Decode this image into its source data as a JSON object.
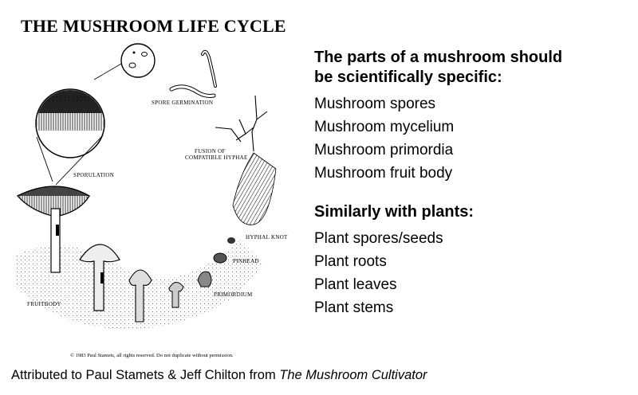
{
  "illustration": {
    "title": "THE MUSHROOM LIFE CYCLE",
    "labels": {
      "spore_germination": "SPORE GERMINATION",
      "fusion_line1": "FUSION OF",
      "fusion_line2": "COMPATIBLE HYPHAE",
      "sporulation": "SPORULATION",
      "hyphal_knot": "HYPHAL KNOT",
      "pinhead": "PINHEAD",
      "primordium": "PRIMORDIUM",
      "fruitbody": "FRUITBODY"
    },
    "copyright": "© 1983 Paul Stamets, all rights reserved. Do not duplicate without permission."
  },
  "attribution": {
    "prefix": "Attributed to Paul Stamets & Jeff Chilton from ",
    "book": "The Mushroom Cultivator"
  },
  "mushroom_section": {
    "heading_line1": "The parts of a mushroom should",
    "heading_line2": "be scientifically specific:",
    "items": [
      "Mushroom spores",
      "Mushroom mycelium",
      "Mushroom primordia",
      "Mushroom fruit body"
    ]
  },
  "plants_section": {
    "heading": "Similarly with plants:",
    "items": [
      "Plant spores/seeds",
      "Plant roots",
      "Plant leaves",
      "Plant stems"
    ]
  }
}
